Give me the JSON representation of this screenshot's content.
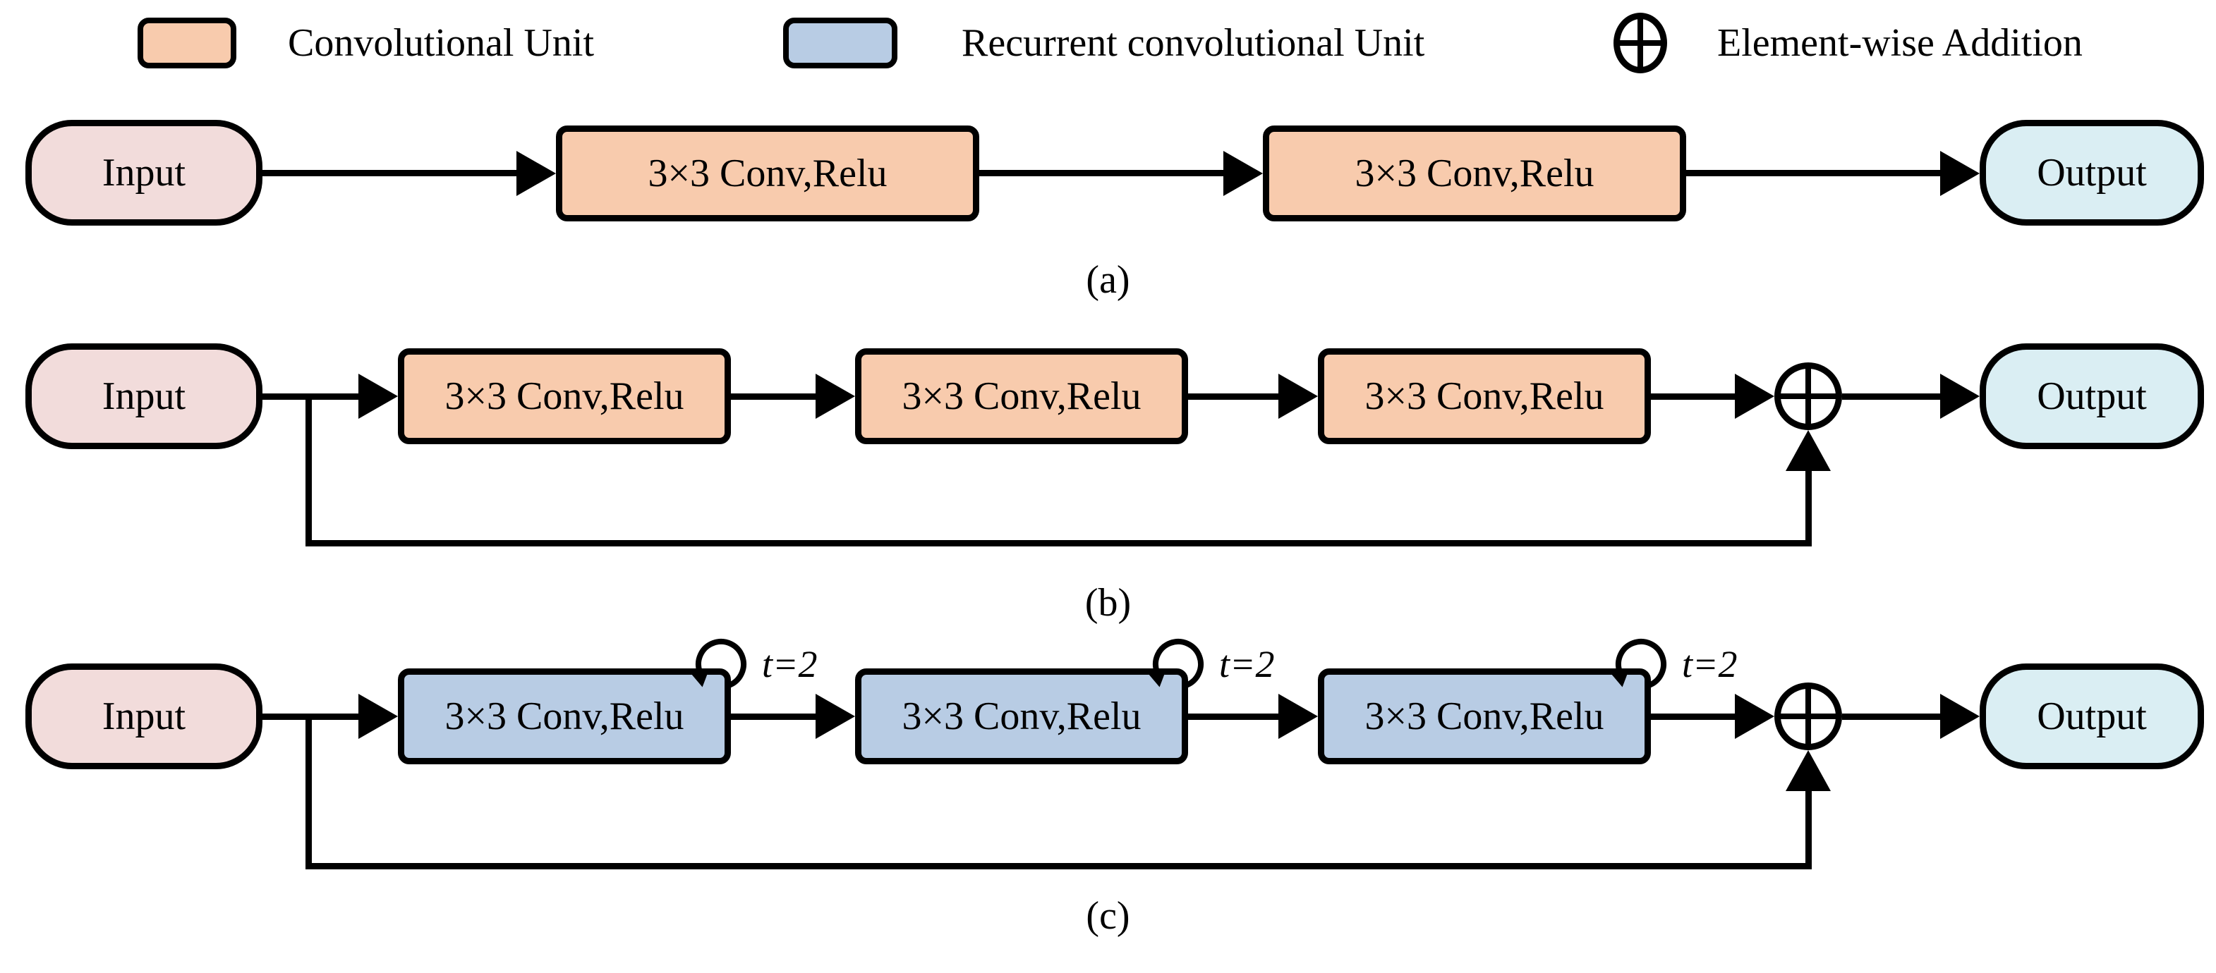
{
  "figure": {
    "background": "#ffffff",
    "stroke": "#000000"
  },
  "colors": {
    "convolutional_unit_fill": "#f8cbad",
    "recurrent_convolutional_unit_fill": "#b8cce4",
    "input_fill": "#f2dcdb",
    "output_fill": "#daeef3"
  },
  "legend": {
    "items": [
      {
        "label": "Convolutional Unit",
        "swatch": "conv-unit"
      },
      {
        "label": "Recurrent convolutional Unit",
        "swatch": "recurrent-conv-unit"
      },
      {
        "label": "Element-wise Addition",
        "swatch": "elementwise-addition-circle"
      }
    ]
  },
  "diagrams": [
    {
      "caption": "(a)",
      "input": "Input",
      "output": "Output",
      "unit_type": "convolutional",
      "units": [
        "3×3 Conv,Relu",
        "3×3 Conv,Relu"
      ],
      "skip_connection": false
    },
    {
      "caption": "(b)",
      "input": "Input",
      "output": "Output",
      "unit_type": "convolutional",
      "units": [
        "3×3 Conv,Relu",
        "3×3 Conv,Relu",
        "3×3 Conv,Relu"
      ],
      "skip_connection": true
    },
    {
      "caption": "(c)",
      "input": "Input",
      "output": "Output",
      "unit_type": "recurrent-convolutional",
      "units": [
        "3×3 Conv,Relu",
        "3×3 Conv,Relu",
        "3×3 Conv,Relu"
      ],
      "skip_connection": true,
      "recurrence_label": "t=2"
    }
  ]
}
